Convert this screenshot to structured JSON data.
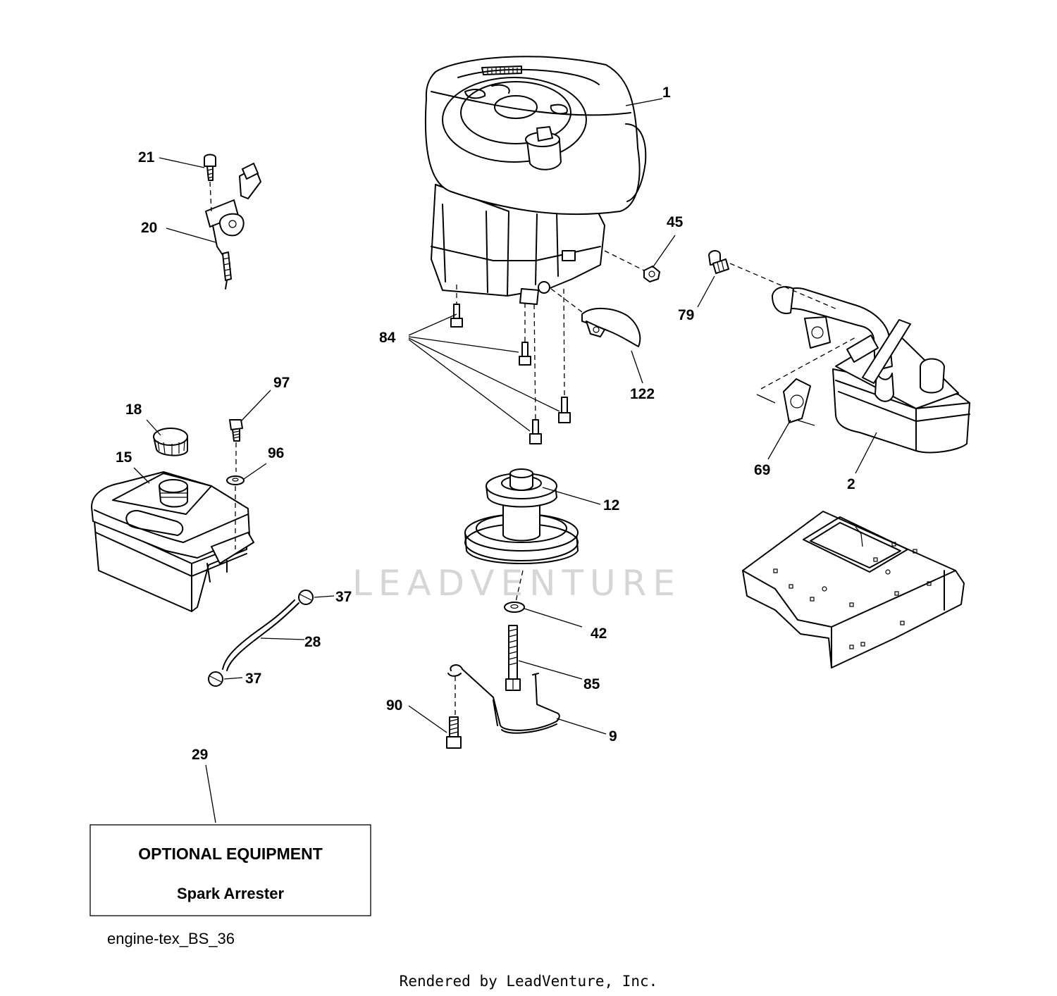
{
  "callouts": {
    "c1": "1",
    "c2": "2",
    "c9": "9",
    "c12": "12",
    "c15": "15",
    "c18": "18",
    "c20": "20",
    "c21": "21",
    "c28": "28",
    "c29": "29",
    "c37a": "37",
    "c37b": "37",
    "c42": "42",
    "c45": "45",
    "c69": "69",
    "c79": "79",
    "c84": "84",
    "c85": "85",
    "c90": "90",
    "c96": "96",
    "c97": "97",
    "c122": "122"
  },
  "optional_box": {
    "heading": "OPTIONAL EQUIPMENT",
    "item": "Spark Arrester"
  },
  "watermark": "LEADVENTURE",
  "diagram_id": "engine-tex_BS_36",
  "credit": "Rendered by LeadVenture, Inc."
}
